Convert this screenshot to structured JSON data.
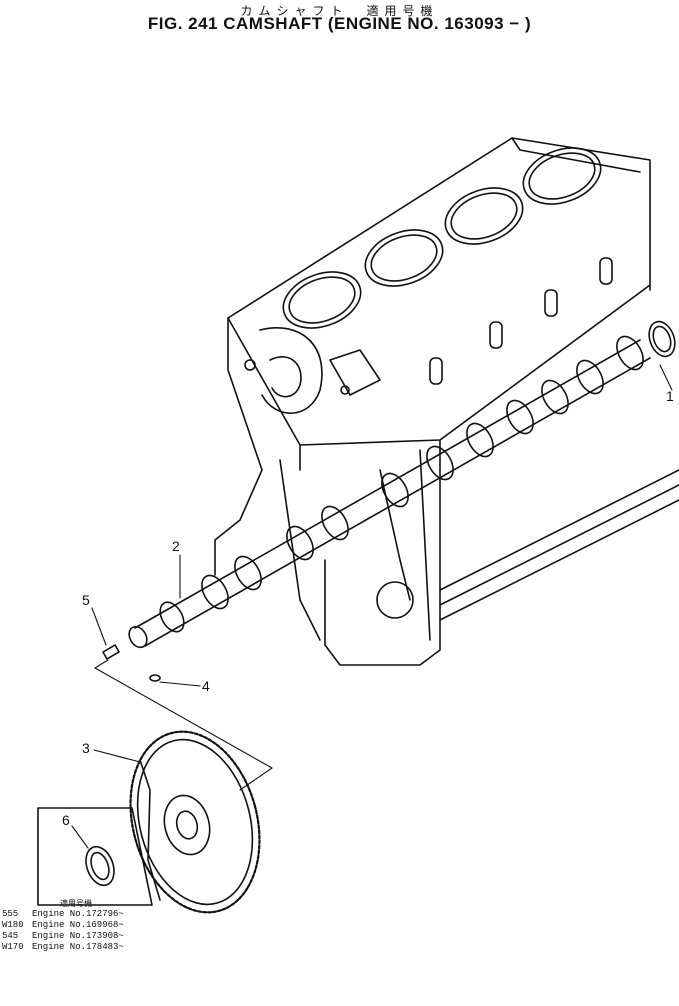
{
  "header": {
    "title_jp": "カムシャフト　適用号機",
    "title_en": "FIG. 241  CAMSHAFT (ENGINE NO. 163093 −  )"
  },
  "callouts": [
    "1",
    "2",
    "3",
    "4",
    "5",
    "6"
  ],
  "applicability": {
    "heading": "適用号機",
    "rows": [
      {
        "model": "555",
        "label": "Engine No.",
        "number": "172796~"
      },
      {
        "model": "W180",
        "label": "Engine No.",
        "number": "169968~"
      },
      {
        "model": "545",
        "label": "Engine No.",
        "number": "173908~"
      },
      {
        "model": "W170",
        "label": "Engine No.",
        "number": "178483~"
      }
    ]
  }
}
